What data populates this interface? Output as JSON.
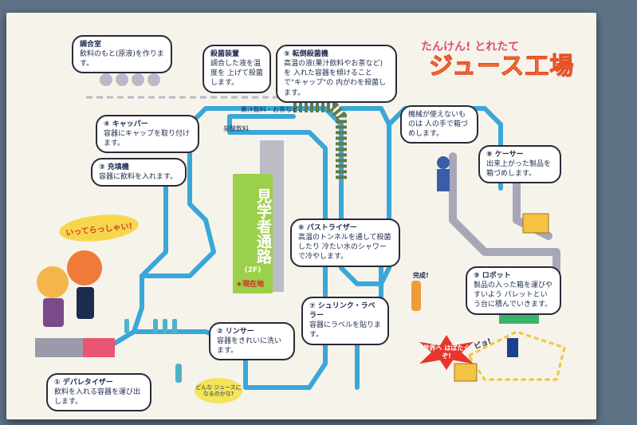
{
  "title": {
    "line1": "たんけん! とれたて",
    "line2": "ジュース工場"
  },
  "pipe_labels": {
    "juice_tea": "果汁飲料・お茶など",
    "soda": "炭酸飲料"
  },
  "corridor": {
    "label": "見学者通路",
    "floor": "(2F)",
    "here": "★現在地"
  },
  "greeting": "いってらっしゃい!",
  "world": "世界へ はばたくぞ!",
  "question": "どんな ジュースに なるのかな?",
  "done": "完成!",
  "clap": "ピョ!",
  "steps": {
    "preparation": {
      "title": "調合室",
      "body": "飲料のもと(原液)を作ります。"
    },
    "sterilize_heat": {
      "title": "殺菌装置",
      "body": "調合した液を温度を 上げて殺菌します。"
    },
    "invert_sterilize": {
      "title": "⑤ 転倒殺菌機",
      "body": "高温の液(果汁飲料やお茶など)を 入れた容器を傾けることで\"キャップ\"の 内がわを殺菌します。"
    },
    "capper": {
      "title": "④ キャッパー",
      "body": "容器にキャップを取り付けます。"
    },
    "filler": {
      "title": "③ 充填機",
      "body": "容器に飲料を入れます。"
    },
    "pasteurizer": {
      "title": "⑥ パストライザー",
      "body": "高温のトンネルを通して殺菌したり 冷たい水のシャワーで冷やします。"
    },
    "shrink_labeler": {
      "title": "⑦ シュリンク・ラベラー",
      "body": "容器にラベルを貼ります。"
    },
    "rinser": {
      "title": "② リンサー",
      "body": "容器をきれいに洗います。"
    },
    "depalletizer": {
      "title": "① デパレタイザー",
      "body": "飲料を入れる容器を運び出します。"
    },
    "manual": {
      "title": "",
      "body": "機械が使えないものは 人の手で箱づめします。"
    },
    "caser": {
      "title": "⑧ ケーサー",
      "body": "出来上がった製品を箱づめします。"
    },
    "robot": {
      "title": "⑨ ロボット",
      "body": "製品の入った箱を運びやすいよう パレットという台に積んでいきます。"
    }
  },
  "colors": {
    "pipe": "#3aa7d8",
    "board": "#f6f3ea",
    "corridor": "#9bd04a",
    "gray_pipe": "#a7a7b8",
    "accent": "#e14b7a"
  }
}
